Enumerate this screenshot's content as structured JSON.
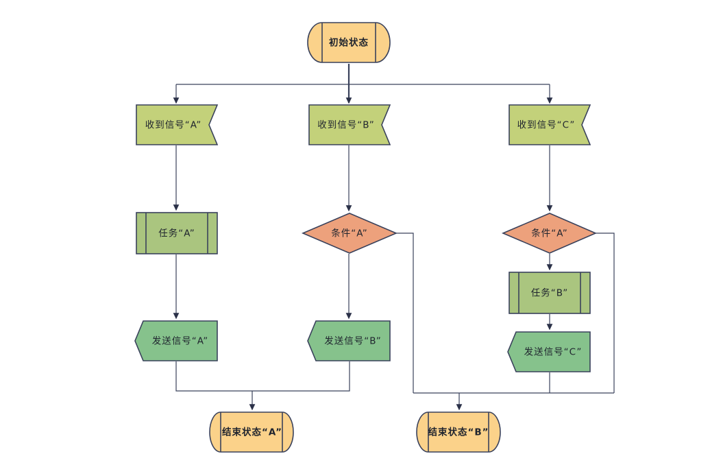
{
  "diagram": {
    "type": "flowchart-sdl",
    "nodes": [
      {
        "id": "initial-state",
        "type": "start-state",
        "label": "初始状态"
      },
      {
        "id": "receive-signal-a",
        "type": "receive-signal",
        "label": "收到信号“A”"
      },
      {
        "id": "receive-signal-b",
        "type": "receive-signal",
        "label": "收到信号“B”"
      },
      {
        "id": "receive-signal-c",
        "type": "receive-signal",
        "label": "收到信号“C”"
      },
      {
        "id": "task-a",
        "type": "task",
        "label": "任务“A”"
      },
      {
        "id": "condition-a-middle",
        "type": "condition",
        "label": "条件“A”"
      },
      {
        "id": "condition-a-right",
        "type": "condition",
        "label": "条件“A”"
      },
      {
        "id": "task-b",
        "type": "task",
        "label": "任务“B”"
      },
      {
        "id": "send-signal-a",
        "type": "send-signal",
        "label": "发送信号“A”"
      },
      {
        "id": "send-signal-b",
        "type": "send-signal",
        "label": "发送信号“B”"
      },
      {
        "id": "send-signal-c",
        "type": "send-signal",
        "label": "发送信号“C”"
      },
      {
        "id": "end-state-a",
        "type": "end-state",
        "label": "结束状态“A”"
      },
      {
        "id": "end-state-b",
        "type": "end-state",
        "label": "结束状态“B”"
      }
    ],
    "edges": [
      {
        "from": "initial-state",
        "to": "receive-signal-a"
      },
      {
        "from": "initial-state",
        "to": "receive-signal-b"
      },
      {
        "from": "initial-state",
        "to": "receive-signal-c"
      },
      {
        "from": "receive-signal-a",
        "to": "task-a"
      },
      {
        "from": "task-a",
        "to": "send-signal-a"
      },
      {
        "from": "send-signal-a",
        "to": "end-state-a"
      },
      {
        "from": "receive-signal-b",
        "to": "condition-a-middle"
      },
      {
        "from": "condition-a-middle",
        "to": "send-signal-b"
      },
      {
        "from": "condition-a-middle",
        "to": "end-state-b"
      },
      {
        "from": "send-signal-b",
        "to": "end-state-a"
      },
      {
        "from": "receive-signal-c",
        "to": "condition-a-right"
      },
      {
        "from": "condition-a-right",
        "to": "task-b"
      },
      {
        "from": "condition-a-right",
        "to": "end-state-b"
      },
      {
        "from": "task-b",
        "to": "send-signal-c"
      },
      {
        "from": "send-signal-c",
        "to": "end-state-b"
      }
    ],
    "colors": {
      "state_fill": "#FBD28A",
      "receive_fill": "#C3D17A",
      "task_fill": "#AAC57F",
      "send_fill": "#86C28C",
      "condition_fill": "#EDA17C",
      "line": "#39415B",
      "arrow": "#2B3148",
      "text": "#1F242E",
      "background": "#FFFFFF"
    }
  }
}
